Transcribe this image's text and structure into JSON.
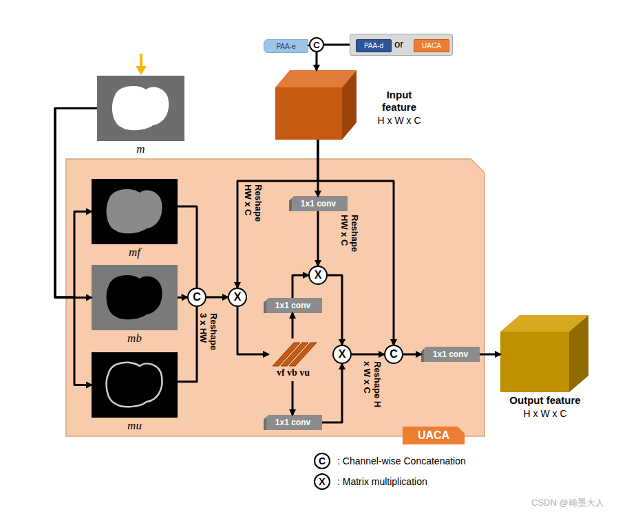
{
  "diagram": {
    "nodes": [
      {
        "text": [
          "PAA-e"
        ]
      },
      {
        "text": [
          "C"
        ]
      },
      {
        "text": [
          "or"
        ]
      },
      {
        "text": [
          "PAA-d"
        ],
        "in": 2
      },
      {
        "text": [
          "UACA"
        ],
        "in": 2
      },
      {
        "text": [
          "Input feature",
          "H x W x C"
        ]
      },
      {
        "text": [
          "m"
        ]
      },
      {
        "text": [
          "UACA"
        ]
      },
      {
        "text": [
          "mf"
        ],
        "in": 7
      },
      {
        "text": [
          "mb"
        ],
        "in": 7
      },
      {
        "text": [
          "mu"
        ],
        "in": 7
      },
      {
        "text": [
          "C"
        ],
        "in": 7
      },
      {
        "text": [
          "X"
        ],
        "in": 7
      },
      {
        "text": [
          "1x1 conv"
        ],
        "in": 7
      },
      {
        "text": [
          "X"
        ],
        "in": 7
      },
      {
        "text": [
          "1x1 conv"
        ],
        "in": 7
      },
      {
        "text": [
          "vf vb vu"
        ],
        "in": 7
      },
      {
        "text": [
          "1x1 conv"
        ],
        "in": 7
      },
      {
        "text": [
          "X"
        ],
        "in": 7
      },
      {
        "text": [
          "C"
        ],
        "in": 7
      },
      {
        "text": [
          "1x1 conv"
        ],
        "in": 7
      },
      {
        "text": [
          "Output feature",
          "H x W x C"
        ]
      }
    ],
    "edges": [
      {
        "from": 0,
        "to": 1,
        "arrow": "none"
      },
      {
        "from": 2,
        "to": 1,
        "arrow": "none"
      },
      {
        "from": 1,
        "to": 5,
        "arrow": "to"
      },
      {
        "from": 6,
        "to": 8,
        "arrow": "to"
      },
      {
        "from": 6,
        "to": 9,
        "arrow": "to"
      },
      {
        "from": 6,
        "to": 10,
        "arrow": "to"
      },
      {
        "from": 8,
        "to": 11,
        "arrow": "none"
      },
      {
        "from": 9,
        "to": 11,
        "arrow": "to"
      },
      {
        "from": 10,
        "to": 11,
        "arrow": "none"
      },
      {
        "from": 11,
        "to": 12,
        "label": "Reshape 3 x HW",
        "arrow": "to"
      },
      {
        "from": 5,
        "to": 12,
        "label": "Reshape HW x C",
        "arrow": "to"
      },
      {
        "from": 5,
        "to": 13,
        "arrow": "to"
      },
      {
        "from": 5,
        "to": 19,
        "arrow": "to"
      },
      {
        "from": 13,
        "to": 14,
        "label": "Reshape HW x C",
        "arrow": "to"
      },
      {
        "from": 12,
        "to": 16,
        "arrow": "to"
      },
      {
        "from": 16,
        "to": 15,
        "arrow": "to"
      },
      {
        "from": 15,
        "to": 14,
        "arrow": "to"
      },
      {
        "from": 16,
        "to": 17,
        "arrow": "to"
      },
      {
        "from": 17,
        "to": 18,
        "arrow": "to"
      },
      {
        "from": 14,
        "to": 18,
        "arrow": "to"
      },
      {
        "from": 18,
        "to": 19,
        "label": "Reshape H x W x C",
        "arrow": "to"
      },
      {
        "from": 19,
        "to": 20,
        "arrow": "to"
      },
      {
        "from": 20,
        "to": 21,
        "arrow": "to"
      }
    ],
    "labels": [
      "C",
      "X",
      "CSDN @翰墨大人"
    ],
    "legend": [
      {
        "text": ": Channel-wise Concatenation"
      },
      {
        "text": ": Matrix multiplication"
      }
    ]
  }
}
